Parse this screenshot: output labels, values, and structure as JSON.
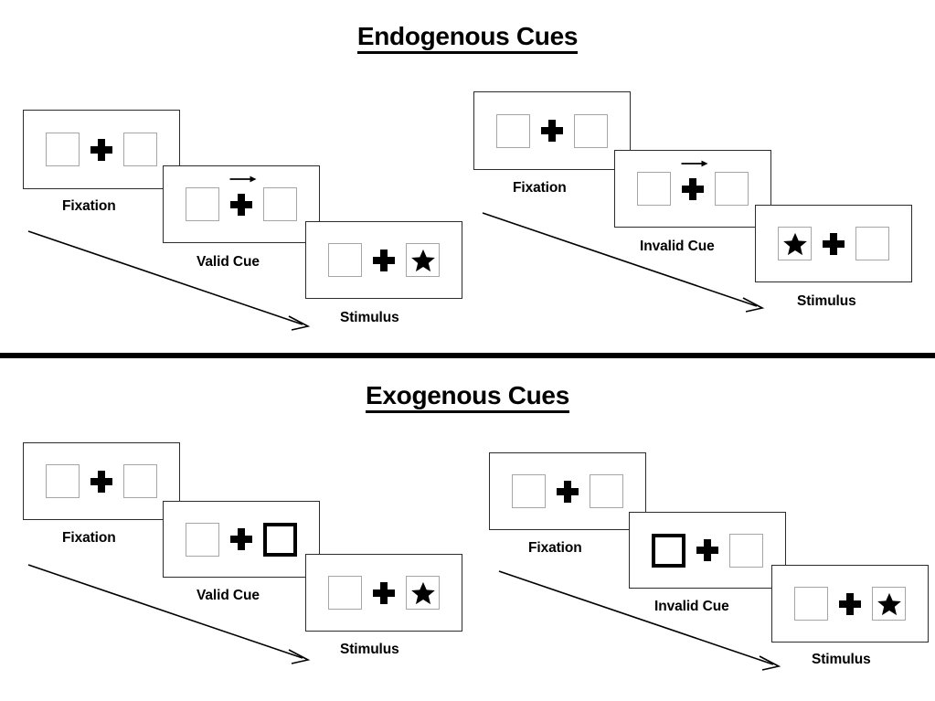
{
  "figure": {
    "title_top": "Endogenous Cues",
    "title_bottom": "Exogenous Cues"
  },
  "sections": [
    {
      "id": "endogenous",
      "title": "Endogenous Cues",
      "columns": [
        {
          "id": "endogenous-valid",
          "screens": [
            {
              "label": "Fixation",
              "left_box": "empty",
              "right_box": "empty",
              "cue": "none"
            },
            {
              "label": "Valid Cue",
              "left_box": "empty",
              "right_box": "empty",
              "cue": "arrow-right"
            },
            {
              "label": "Stimulus",
              "left_box": "empty",
              "right_box": "star",
              "cue": "none"
            }
          ]
        },
        {
          "id": "endogenous-invalid",
          "screens": [
            {
              "label": "Fixation",
              "left_box": "empty",
              "right_box": "empty",
              "cue": "none"
            },
            {
              "label": "Invalid Cue",
              "left_box": "empty",
              "right_box": "empty",
              "cue": "arrow-right"
            },
            {
              "label": "Stimulus",
              "left_box": "star",
              "right_box": "empty",
              "cue": "none"
            }
          ]
        }
      ]
    },
    {
      "id": "exogenous",
      "title": "Exogenous Cues",
      "columns": [
        {
          "id": "exogenous-valid",
          "screens": [
            {
              "label": "Fixation",
              "left_box": "empty",
              "right_box": "empty",
              "cue": "none"
            },
            {
              "label": "Valid Cue",
              "left_box": "empty",
              "right_box": "highlight",
              "cue": "box-flash-right"
            },
            {
              "label": "Stimulus",
              "left_box": "empty",
              "right_box": "star",
              "cue": "none"
            }
          ]
        },
        {
          "id": "exogenous-invalid",
          "screens": [
            {
              "label": "Fixation",
              "left_box": "empty",
              "right_box": "empty",
              "cue": "none"
            },
            {
              "label": "Invalid Cue",
              "left_box": "highlight",
              "right_box": "empty",
              "cue": "box-flash-left"
            },
            {
              "label": "Stimulus",
              "left_box": "empty",
              "right_box": "star",
              "cue": "none"
            }
          ]
        }
      ]
    }
  ],
  "icons": {
    "fixation_cross": "plus-cross-icon",
    "target": "star-icon",
    "cue_arrow": "arrow-right-icon",
    "flow": "diagonal-arrow-icon"
  },
  "colors": {
    "ink": "#000000",
    "frame": "#2b2b2b",
    "box_outline": "#a6a6a6",
    "background": "#ffffff"
  }
}
